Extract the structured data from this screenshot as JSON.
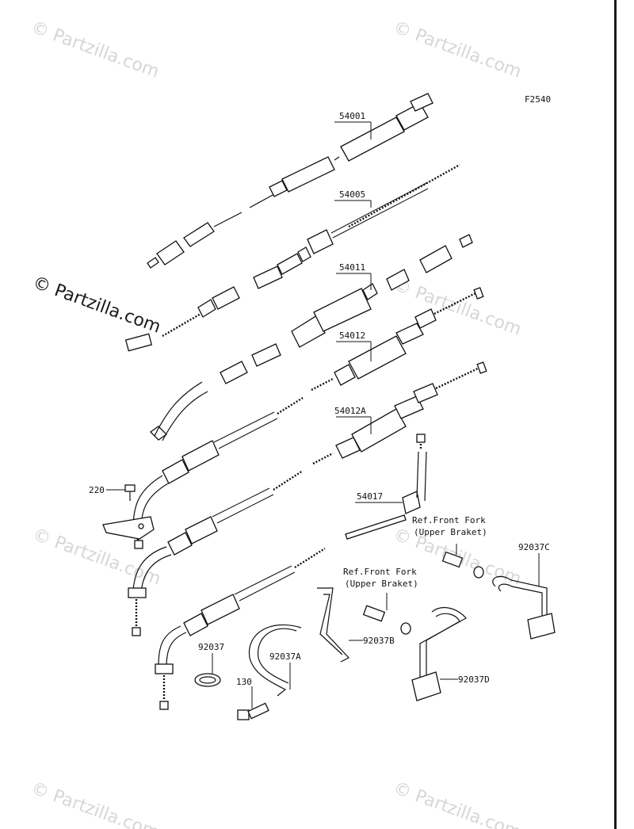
{
  "diagram_code": "F2540",
  "watermark": "© Partzilla.com",
  "callouts": [
    {
      "id": "54001",
      "label": "54001"
    },
    {
      "id": "54005",
      "label": "54005"
    },
    {
      "id": "54011",
      "label": "54011"
    },
    {
      "id": "54012",
      "label": "54012"
    },
    {
      "id": "54012A",
      "label": "54012A"
    },
    {
      "id": "54017",
      "label": "54017"
    },
    {
      "id": "220",
      "label": "220"
    },
    {
      "id": "92037",
      "label": "92037"
    },
    {
      "id": "92037A",
      "label": "92037A"
    },
    {
      "id": "92037B",
      "label": "92037B"
    },
    {
      "id": "92037C",
      "label": "92037C"
    },
    {
      "id": "92037D",
      "label": "92037D"
    },
    {
      "id": "130",
      "label": "130"
    }
  ],
  "references": [
    {
      "line1": "Ref.Front Fork",
      "line2": "(Upper Braket)"
    },
    {
      "line1": "Ref.Front Fork",
      "line2": "(Upper Braket)"
    }
  ]
}
